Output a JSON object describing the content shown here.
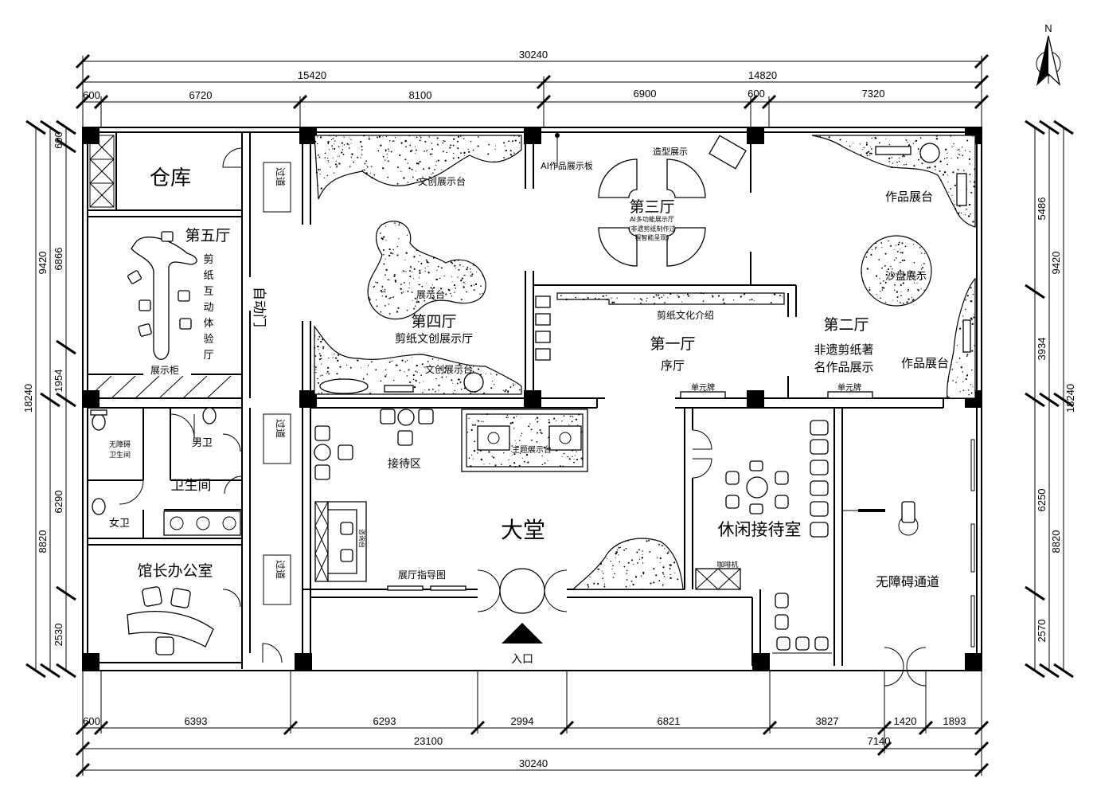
{
  "dimensions": {
    "top_total": "30240",
    "top_mid": [
      "15420",
      "14820"
    ],
    "top_detail": [
      "600",
      "6720",
      "8100",
      "6900",
      "600",
      "7320"
    ],
    "bottom_detail": [
      "600",
      "6393",
      "6293",
      "2994",
      "6821",
      "3827",
      "1420",
      "1893"
    ],
    "bottom_mid": [
      "23100",
      "7140"
    ],
    "bottom_total": "30240",
    "left_total": "18240",
    "left_mid": [
      "9420",
      "8820"
    ],
    "left_detail": [
      "600",
      "6866",
      "1954",
      "6290",
      "2530"
    ],
    "right_total": "18240",
    "right_mid": [
      "9420",
      "8820"
    ],
    "right_detail": [
      "5486",
      "3934",
      "6250",
      "2570"
    ]
  },
  "compass": {
    "north": "N"
  },
  "rooms": {
    "warehouse": "仓库",
    "hall5": "第五厅",
    "hall5_desc": [
      "剪",
      "纸",
      "互",
      "动",
      "体",
      "验",
      "厅"
    ],
    "display_cabinet": "展示柜",
    "auto_door": "自动门",
    "corridor": "过道",
    "accessible_wc": "无障碍卫生间",
    "men": "男卫",
    "restroom": "卫生间",
    "women": "女卫",
    "director_office": "馆长办公室",
    "cultural_stand_top": "文创展示台",
    "ai_board": "AI作品展示板",
    "model_display": "造型展示",
    "hall3": "第三厅",
    "hall3_desc": [
      "AI多功能展示厅",
      "(非遗剪纸制作过",
      "程智能呈现)"
    ],
    "works_stand": "作品展台",
    "hall4": "第四厅",
    "hall4_desc": "剪纸文创展示厅",
    "display_stand": "展示台",
    "cultural_stand_bottom": "文创展示台",
    "papercut_intro": "剪纸文化介绍",
    "hall1": "第一厅",
    "hall1_desc": "序厅",
    "hall2": "第二厅",
    "hall2_desc": [
      "非遗剪纸著",
      "名作品展示"
    ],
    "sandbox": "沙盘展示",
    "works_stand_2": "作品展台",
    "unit_sign_1": "单元牌",
    "unit_sign_2": "单元牌",
    "reception_area": "接待区",
    "theme_stand": "主题展示台",
    "lobby": "大堂",
    "guide_map": "展厅指导图",
    "lounge": "休闲接待室",
    "coffee": "咖啡机",
    "barrier_free": "无障碍通道",
    "entrance": "入口",
    "consult": "咨询台"
  }
}
